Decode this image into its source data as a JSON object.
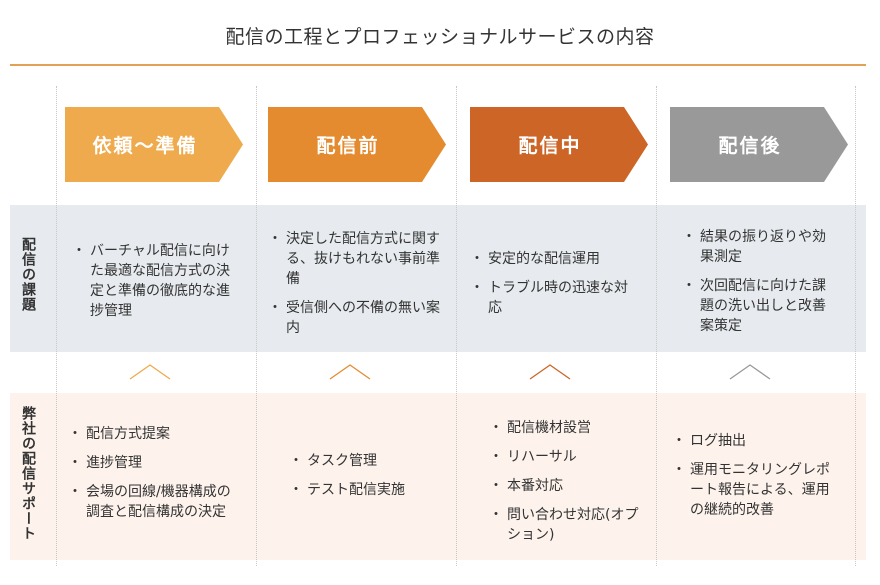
{
  "title": "配信の工程とプロフェッショナルサービスの内容",
  "colors": {
    "accent_rule": "#e2a256",
    "phase1": "#eeaa4d",
    "phase2": "#e58b2f",
    "phase3": "#cc6526",
    "phase4": "#999999",
    "issues_band": "#e7ebef",
    "support_band": "#fdf3ec"
  },
  "row_labels": {
    "issues": "配信の課題",
    "support": "弊社の配信サポート"
  },
  "phases": [
    {
      "label": "依頼〜準備",
      "issues": [
        "バーチャル配信に向けた最適な配信方式の決定と準備の徹底的な進捗管理"
      ],
      "support": [
        "配信方式提案",
        "進捗管理",
        "会場の回線/機器構成の調査と配信構成の決定"
      ]
    },
    {
      "label": "配信前",
      "issues": [
        "決定した配信方式に関する、抜けもれない事前準備",
        "受信側への不備の無い案内"
      ],
      "support": [
        "タスク管理",
        "テスト配信実施"
      ]
    },
    {
      "label": "配信中",
      "issues": [
        "安定的な配信運用",
        "トラブル時の迅速な対応"
      ],
      "support": [
        "配信機材設営",
        "リハーサル",
        "本番対応",
        "問い合わせ対応(オプション)"
      ]
    },
    {
      "label": "配信後",
      "issues": [
        "結果の振り返りや効果測定",
        "次回配信に向けた課題の洗い出しと改善案策定"
      ],
      "support": [
        "ログ抽出",
        "運用モニタリングレポート報告による、運用の継続的改善"
      ]
    }
  ]
}
